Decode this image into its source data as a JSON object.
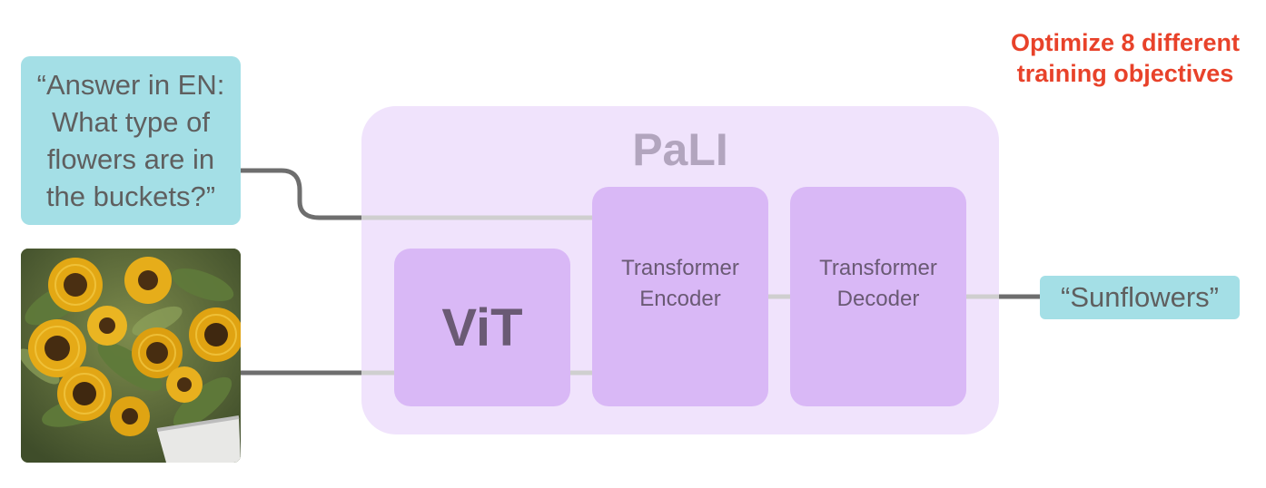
{
  "note": {
    "line1": "Optimize 8 different",
    "line2": "training objectives",
    "color": "#e8422a"
  },
  "input_text": {
    "line1": "“Answer in EN:",
    "line2": "What type of",
    "line3": "flowers are in",
    "line4": "the buckets?”"
  },
  "input_image": {
    "subject": "sunflowers in buckets"
  },
  "model": {
    "name": "PaLI",
    "blocks": [
      {
        "label": "ViT"
      },
      {
        "label_line1": "Transformer",
        "label_line2": "Encoder"
      },
      {
        "label_line1": "Transformer",
        "label_line2": "Decoder"
      }
    ]
  },
  "output_text": "“Sunflowers”",
  "colors": {
    "input_box": "#a4dfe6",
    "model_box": "#f0e3fc",
    "block": "#d9b8f6",
    "connector_outer": "#6e6e6e",
    "connector_inner": "#cfcfcf"
  }
}
